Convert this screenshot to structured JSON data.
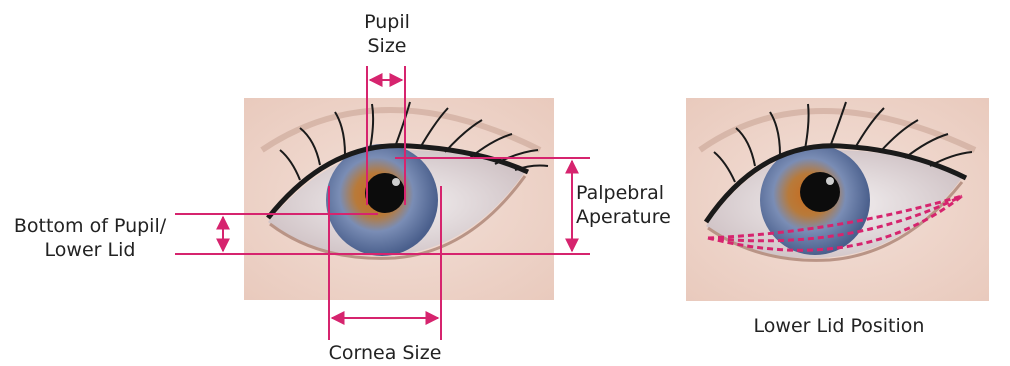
{
  "labels": {
    "pupil_size_line1": "Pupil",
    "pupil_size_line2": "Size",
    "palpebral_line1": "Palpebral",
    "palpebral_line2": "Aperature",
    "bottom_pupil_line1": "Bottom of Pupil/",
    "bottom_pupil_line2": "Lower Lid",
    "cornea_size": "Cornea Size",
    "lower_lid_position": "Lower Lid Position"
  },
  "colors": {
    "measure_line": "#d6246e",
    "skin": "#efd8cf",
    "text": "#222222"
  }
}
